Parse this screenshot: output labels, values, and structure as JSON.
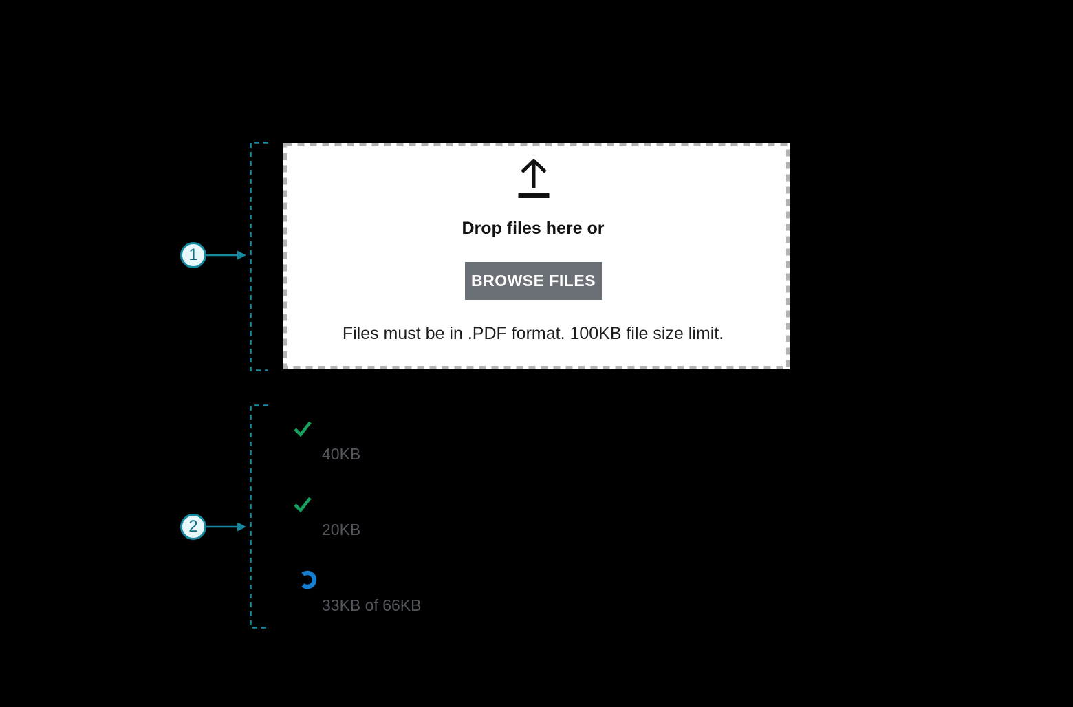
{
  "figure": {
    "background_color": "#000000",
    "accent_color": "#1489A0"
  },
  "annotations": {
    "callout1": {
      "number": "1"
    },
    "callout2": {
      "number": "2"
    }
  },
  "dropzone": {
    "icon": "upload-arrow-icon",
    "title": "Drop files here or",
    "browse_button_label": "BROWSE FILES",
    "helper_text": "Files must be in .PDF format. 100KB file size limit.",
    "border_color": "#B2B2B2",
    "button_color": "#6A7076",
    "background_color": "#FFFFFF"
  },
  "upload_list": {
    "check_color": "#17A05E",
    "spinner_color": "#157FD4",
    "label_color": "#54575E",
    "items": [
      {
        "status": "complete",
        "icon": "check-icon",
        "size_label": "40KB"
      },
      {
        "status": "complete",
        "icon": "check-icon",
        "size_label": "20KB"
      },
      {
        "status": "uploading",
        "icon": "spinner-icon",
        "size_label": "33KB of 66KB"
      }
    ]
  }
}
